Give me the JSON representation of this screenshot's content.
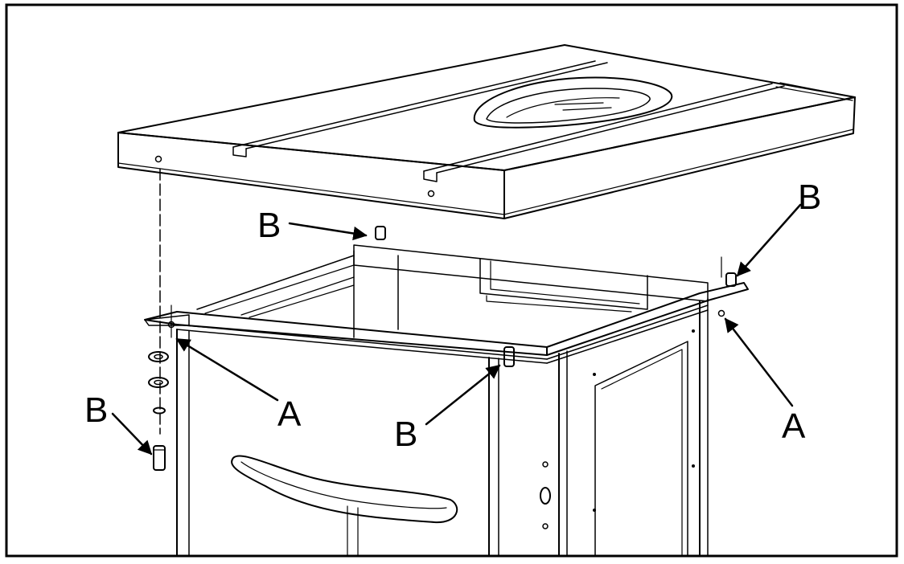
{
  "callouts": {
    "b_top_left": "B",
    "b_top_right": "B",
    "b_bottom_left": "B",
    "b_bottom_center": "B",
    "a_left": "A",
    "a_right": "A"
  }
}
